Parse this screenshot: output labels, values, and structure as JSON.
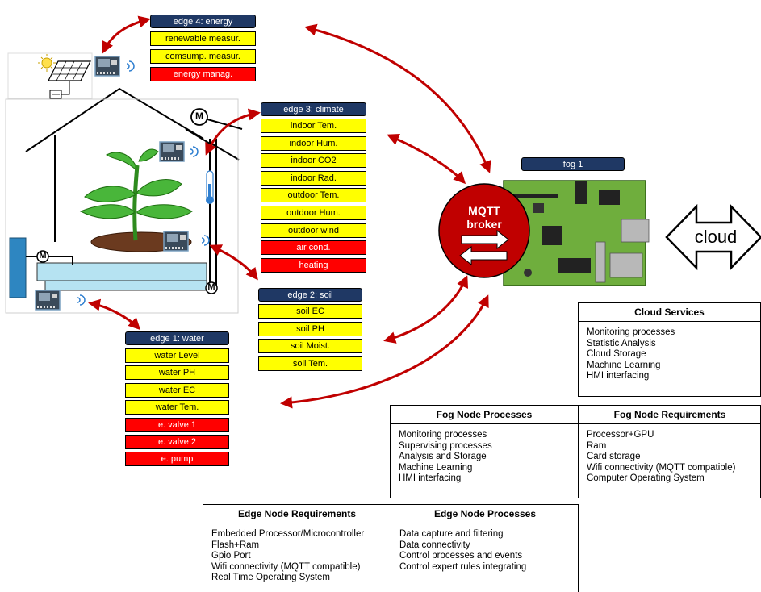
{
  "edge4": {
    "title": "edge 4: energy",
    "items": [
      {
        "label": "renewable measur.",
        "state": "sensor"
      },
      {
        "label": "comsump. measur.",
        "state": "sensor"
      },
      {
        "label": "energy manag.",
        "state": "actuator"
      }
    ]
  },
  "edge3": {
    "title": "edge 3: climate",
    "items": [
      {
        "label": "indoor Tem.",
        "state": "sensor"
      },
      {
        "label": "indoor Hum.",
        "state": "sensor"
      },
      {
        "label": "indoor CO2",
        "state": "sensor"
      },
      {
        "label": "indoor Rad.",
        "state": "sensor"
      },
      {
        "label": "outdoor Tem.",
        "state": "sensor"
      },
      {
        "label": "outdoor Hum.",
        "state": "sensor"
      },
      {
        "label": "outdoor wind",
        "state": "sensor"
      },
      {
        "label": "air cond.",
        "state": "actuator"
      },
      {
        "label": "heating",
        "state": "actuator"
      }
    ]
  },
  "edge2": {
    "title": "edge 2: soil",
    "items": [
      {
        "label": "soil EC",
        "state": "sensor"
      },
      {
        "label": "soil PH",
        "state": "sensor"
      },
      {
        "label": "soil Moist.",
        "state": "sensor"
      },
      {
        "label": "soil Tem.",
        "state": "sensor"
      }
    ]
  },
  "edge1": {
    "title": "edge 1: water",
    "items": [
      {
        "label": "water Level",
        "state": "sensor"
      },
      {
        "label": "water PH",
        "state": "sensor"
      },
      {
        "label": "water EC",
        "state": "sensor"
      },
      {
        "label": "water Tem.",
        "state": "sensor"
      },
      {
        "label": "e. valve 1",
        "state": "actuator"
      },
      {
        "label": "e. valve 2",
        "state": "actuator"
      },
      {
        "label": "e. pump",
        "state": "actuator"
      }
    ]
  },
  "fog": {
    "title": "fog 1"
  },
  "broker": {
    "line1": "MQTT",
    "line2": "broker"
  },
  "cloud": {
    "label": "cloud"
  },
  "motor_label": "M",
  "colors": {
    "header": "#1f3864",
    "sensor": "#ffff00",
    "actuator": "#ff0000",
    "arrow": "#c00000",
    "broker": "#c00000"
  },
  "icons": [
    "solar-panel-icon",
    "sun-icon",
    "battery-icon",
    "wifi-icon",
    "motor-icon",
    "thermometer-icon",
    "plant-icon",
    "water-tank-icon",
    "raspberry-pi-board-icon",
    "cloud-arrow-icon"
  ],
  "tables": {
    "cloud_services": {
      "header": "Cloud Services",
      "rows": [
        "Monitoring processes",
        "Statistic Analysis",
        "Cloud Storage",
        "Machine Learning",
        "HMI interfacing"
      ]
    },
    "fog_processes": {
      "header": "Fog Node Processes",
      "rows": [
        "Monitoring processes",
        "Supervising processes",
        "Analysis and Storage",
        "Machine Learning",
        "HMI interfacing"
      ]
    },
    "fog_requirements": {
      "header": "Fog Node Requirements",
      "rows": [
        "Processor+GPU",
        "Ram",
        "Card storage",
        "Wifi connectivity (MQTT compatible)",
        "Computer Operating System"
      ]
    },
    "edge_requirements": {
      "header": "Edge Node Requirements",
      "rows": [
        "Embedded Processor/Microcontroller",
        "Flash+Ram",
        "Gpio Port",
        "Wifi connectivity (MQTT compatible)",
        "Real Time Operating System"
      ]
    },
    "edge_processes": {
      "header": "Edge Node Processes",
      "rows": [
        "Data capture and filtering",
        "Data connectivity",
        "Control processes and events",
        "Control expert rules integrating"
      ]
    }
  }
}
